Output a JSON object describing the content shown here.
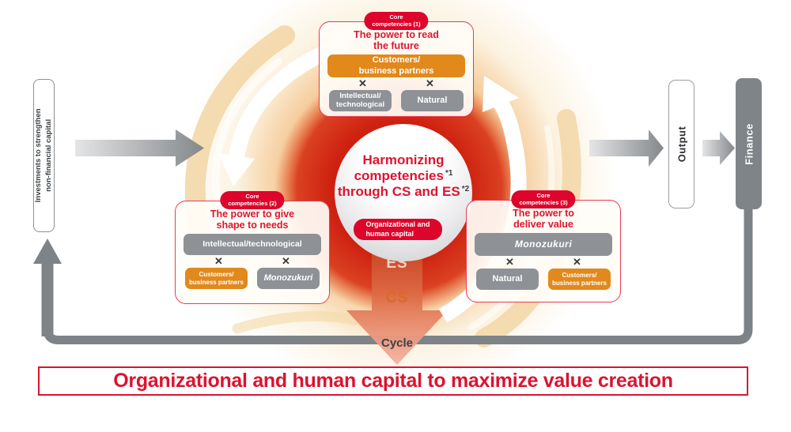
{
  "symbols": {
    "cross": "✕"
  },
  "flow": {
    "input_label": "Investments to strengthen\nnon-financial capital",
    "output_label": "Output",
    "finance_label": "Finance"
  },
  "center": {
    "line1": "Harmonizing",
    "line2": "competencies",
    "sup1": "*1",
    "line3": "through CS and ES",
    "sup2": "*2",
    "badge": "Organizational and\nhuman capital",
    "es": "ES",
    "cs": "CS",
    "cycle": "Cycle"
  },
  "competencies": [
    {
      "badge": "Core\ncompetencies (1)",
      "title": "The power to read\nthe future",
      "primary": "Customers/\nbusiness partners",
      "factors": [
        "Intellectual/\ntechnological",
        "Natural"
      ]
    },
    {
      "badge": "Core\ncompetencies (2)",
      "title": "The power to give\nshape to needs",
      "primary": "Intellectual/technological",
      "factors": [
        "Customers/\nbusiness partners",
        "Monozukuri"
      ]
    },
    {
      "badge": "Core\ncompetencies (3)",
      "title": "The power to\ndeliver value",
      "primary": "Monozukuri",
      "factors": [
        "Natural",
        "Customers/\nbusiness partners"
      ]
    }
  ],
  "banner": {
    "text": "Organizational and human capital to maximize value creation"
  },
  "palette": {
    "red": "#dd052b",
    "red_border": "#ea3a52",
    "orange": "#e1891b",
    "gray_box": "#8e9296",
    "gray_dark": "#7e8488",
    "glow_gold": "#f6d9a4",
    "core_red": "#c5140a"
  }
}
